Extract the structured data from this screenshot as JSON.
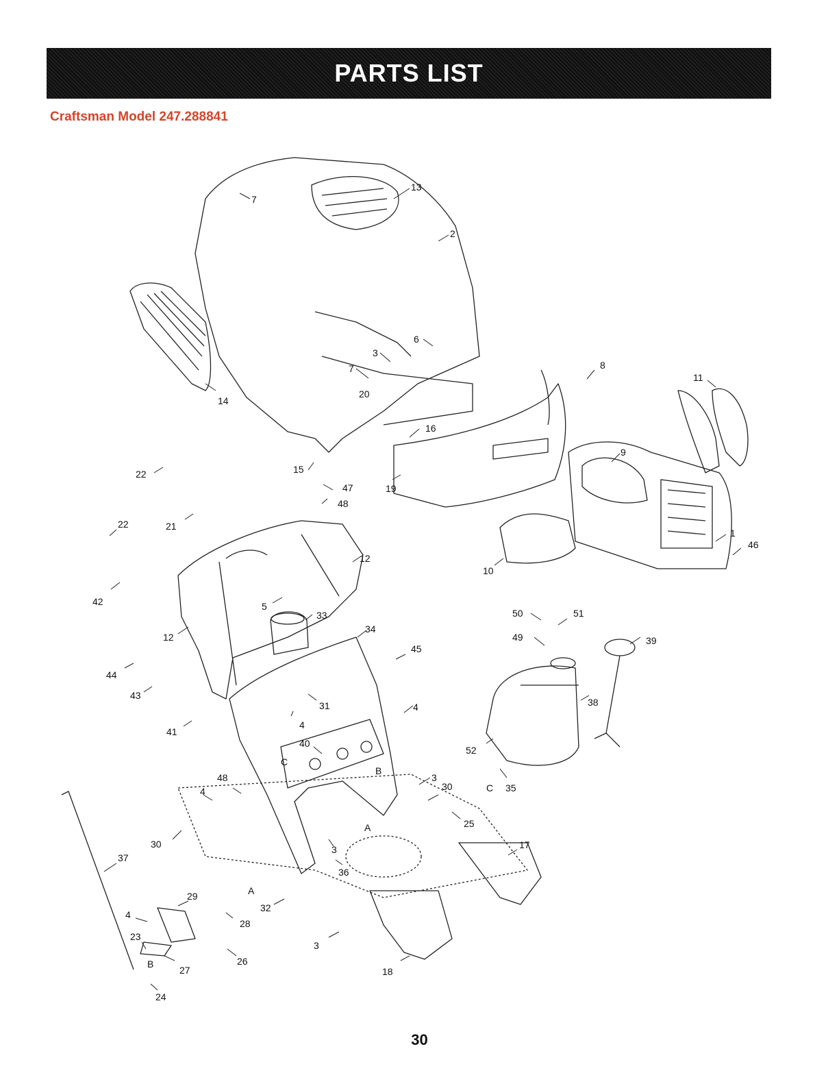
{
  "header": {
    "title": "PARTS LIST"
  },
  "model": {
    "label": "Craftsman Model 247.288841"
  },
  "callouts": [
    {
      "label": "13"
    },
    {
      "label": "2"
    },
    {
      "label": "7"
    },
    {
      "label": "6"
    },
    {
      "label": "3"
    },
    {
      "label": "7"
    },
    {
      "label": "20"
    },
    {
      "label": "14"
    },
    {
      "label": "16"
    },
    {
      "label": "8"
    },
    {
      "label": "11"
    },
    {
      "label": "9"
    },
    {
      "label": "19"
    },
    {
      "label": "22"
    },
    {
      "label": "21"
    },
    {
      "label": "15"
    },
    {
      "label": "47"
    },
    {
      "label": "48"
    },
    {
      "label": "22"
    },
    {
      "label": "12"
    },
    {
      "label": "1"
    },
    {
      "label": "46"
    },
    {
      "label": "10"
    },
    {
      "label": "42"
    },
    {
      "label": "5"
    },
    {
      "label": "33"
    },
    {
      "label": "12"
    },
    {
      "label": "34"
    },
    {
      "label": "45"
    },
    {
      "label": "50"
    },
    {
      "label": "51"
    },
    {
      "label": "49"
    },
    {
      "label": "39"
    },
    {
      "label": "44"
    },
    {
      "label": "43"
    },
    {
      "label": "31"
    },
    {
      "label": "38"
    },
    {
      "label": "4"
    },
    {
      "label": "41"
    },
    {
      "label": "4"
    },
    {
      "label": "40"
    },
    {
      "label": "52"
    },
    {
      "label": "C"
    },
    {
      "label": "B"
    },
    {
      "label": "3"
    },
    {
      "label": "30"
    },
    {
      "label": "C"
    },
    {
      "label": "35"
    },
    {
      "label": "48"
    },
    {
      "label": "4"
    },
    {
      "label": "25"
    },
    {
      "label": "A"
    },
    {
      "label": "30"
    },
    {
      "label": "3"
    },
    {
      "label": "17"
    },
    {
      "label": "37"
    },
    {
      "label": "36"
    },
    {
      "label": "A"
    },
    {
      "label": "29"
    },
    {
      "label": "32"
    },
    {
      "label": "4"
    },
    {
      "label": "28"
    },
    {
      "label": "23"
    },
    {
      "label": "B"
    },
    {
      "label": "26"
    },
    {
      "label": "3"
    },
    {
      "label": "27"
    },
    {
      "label": "18"
    },
    {
      "label": "24"
    }
  ],
  "footer": {
    "page_number": "30"
  }
}
